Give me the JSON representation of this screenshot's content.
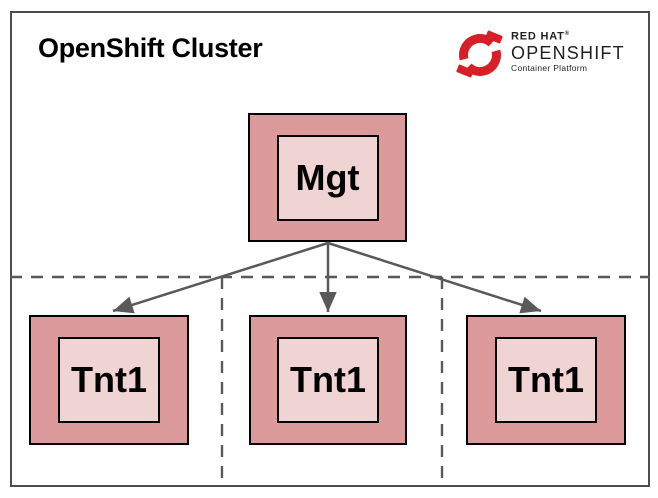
{
  "title": "OpenShift Cluster",
  "logo": {
    "brand": "RED HAT",
    "registered_mark": "®",
    "product": "OPENSHIFT",
    "subtitle": "Container Platform"
  },
  "diagram": {
    "management_node": {
      "label": "Mgt"
    },
    "tenant_nodes": [
      {
        "label": "Tnt1"
      },
      {
        "label": "Tnt1"
      },
      {
        "label": "Tnt1"
      }
    ]
  },
  "colors": {
    "accent_red": "#d71f28",
    "node_outer_fill": "#dd9a9a",
    "node_inner_fill": "#f0d3d3",
    "node_border": "#000000",
    "line_color": "#595959",
    "frame_border": "#4d4d4d",
    "logo_text": "#231f20"
  }
}
